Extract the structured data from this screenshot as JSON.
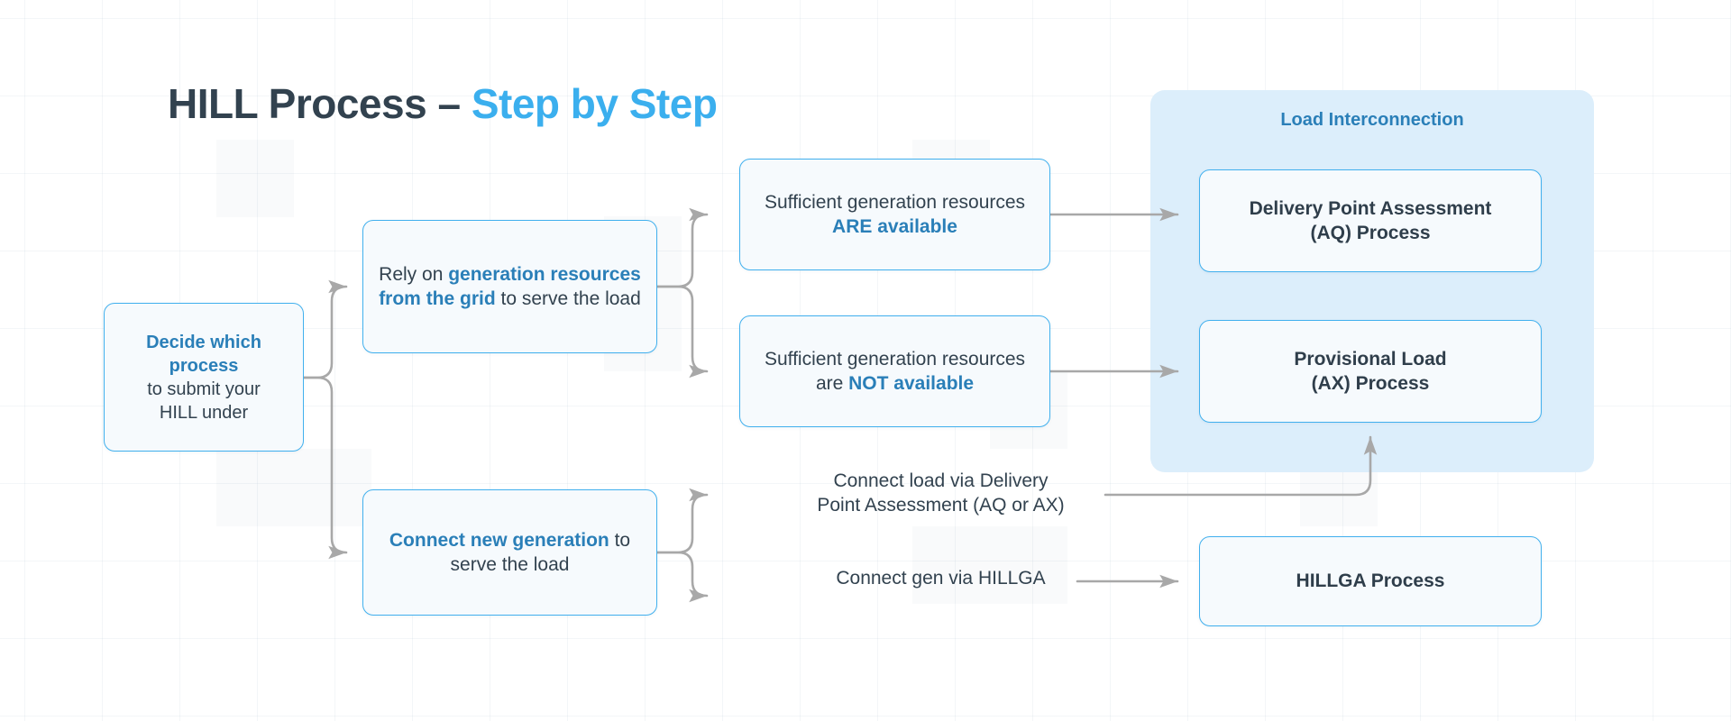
{
  "title": {
    "part_dark": "HILL Process – ",
    "part_blue": "Step by Step"
  },
  "colors": {
    "accent_blue": "#3BAFEE",
    "node_border": "#41B0EE",
    "node_fill": "#F6FAFD",
    "title_dark": "#32424F",
    "highlight_blue": "#2A7FB8",
    "panel_fill": "#DCEEFB",
    "arrow_gray": "#A8A8A8"
  },
  "group": {
    "label": "Load Interconnection"
  },
  "nodes": {
    "decide": {
      "line1": "Decide which",
      "line2": "process",
      "line3": "to submit your",
      "line4": "HILL under"
    },
    "rely": {
      "pre": "Rely on ",
      "bold": "generation resources from the grid",
      "post": " to serve the load"
    },
    "connect": {
      "bold": "Connect new generation",
      "post": " to serve the load"
    },
    "sufficient_yes": {
      "pre": "Sufficient generation resources ",
      "bold": "ARE available"
    },
    "sufficient_no": {
      "pre": "Sufficient generation resources are ",
      "bold": "NOT available"
    },
    "aq_process": {
      "line1": "Delivery Point Assessment",
      "line2": "(AQ) Process"
    },
    "ax_process": {
      "line1": "Provisional Load",
      "line2": "(AX) Process"
    },
    "hillga_process": {
      "line1": "HILLGA Process"
    }
  },
  "edge_labels": {
    "via_aq_ax_line1": "Connect load via Delivery",
    "via_aq_ax_line2": "Point Assessment (AQ or AX)",
    "via_hillga": "Connect gen via HILLGA"
  }
}
